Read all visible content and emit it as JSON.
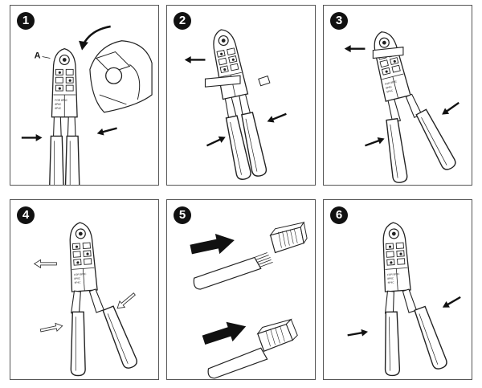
{
  "steps": [
    {
      "number": "1",
      "label_a": "A"
    },
    {
      "number": "2"
    },
    {
      "number": "3"
    },
    {
      "number": "4"
    },
    {
      "number": "5"
    },
    {
      "number": "6"
    }
  ],
  "tool_text": [
    "FOR 8P8C",
    "8P6C",
    "6P4C"
  ]
}
